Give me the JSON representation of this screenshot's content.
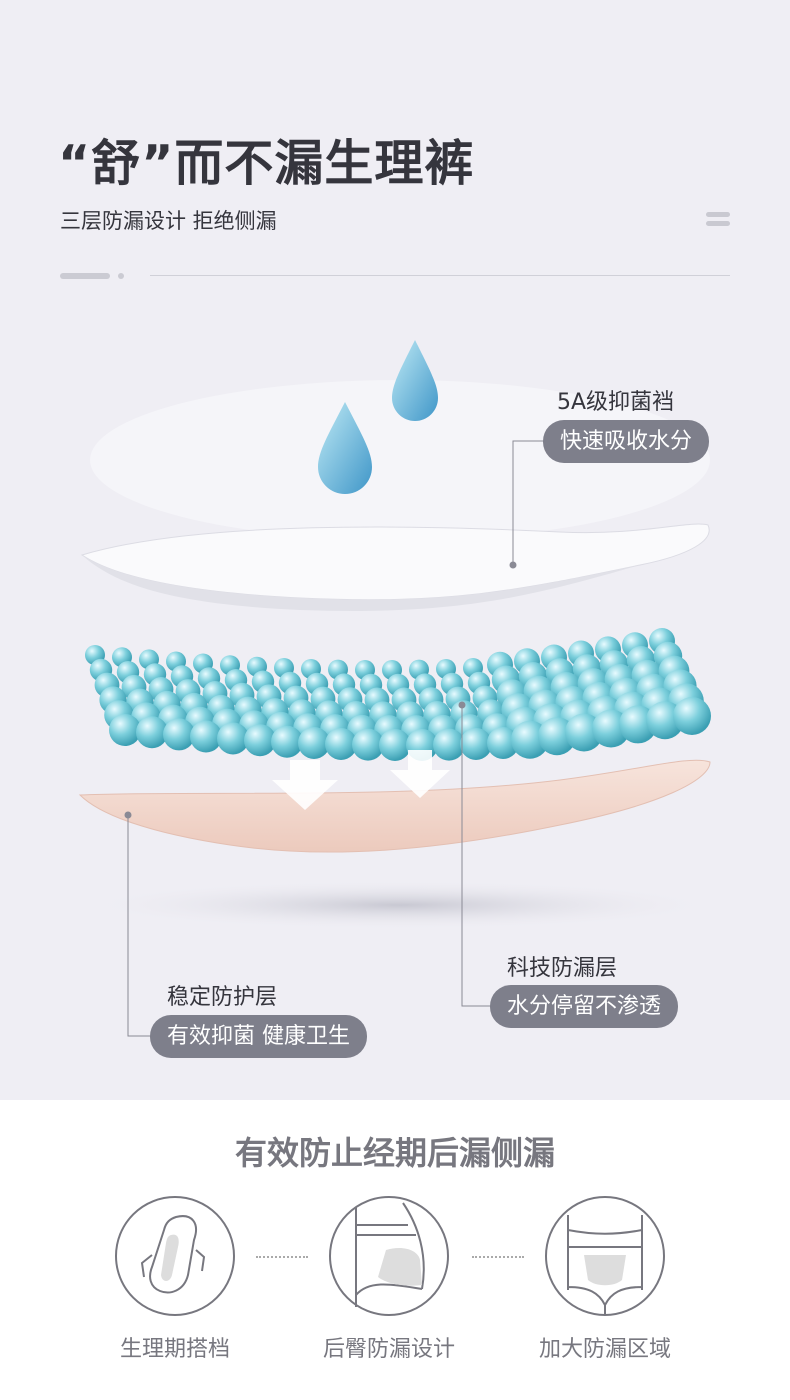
{
  "header": {
    "title": "“舒”而不漏生理裤",
    "subtitle": "三层防漏设计 拒绝侧漏"
  },
  "layers": [
    {
      "name": "5A级抑菌裆",
      "tag": "快速吸收水分"
    },
    {
      "name": "科技防漏层",
      "tag": "水分停留不渗透"
    },
    {
      "name": "稳定防护层",
      "tag": "有效抑菌 健康卫生"
    }
  ],
  "bottom": {
    "heading": "有效防止经期后漏侧漏",
    "features": [
      {
        "label": "生理期搭档",
        "icon": "sanitary-pad-icon"
      },
      {
        "label": "后臀防漏设计",
        "icon": "back-panty-icon"
      },
      {
        "label": "加大防漏区域",
        "icon": "front-panty-icon"
      }
    ]
  },
  "colors": {
    "background": "#efeef4",
    "tag": "#7e7f8b",
    "drop": "#5fb6d6",
    "bead": "#7ccfdc",
    "pink": "#f3d9d0"
  }
}
